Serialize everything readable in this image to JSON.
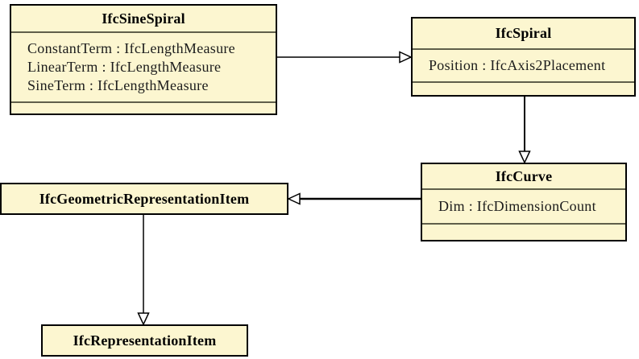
{
  "diagram": {
    "type": "uml-class-diagram",
    "classes": [
      {
        "name": "IfcSineSpiral",
        "attributes": [
          "ConstantTerm : IfcLengthMeasure",
          "LinearTerm : IfcLengthMeasure",
          "SineTerm : IfcLengthMeasure"
        ]
      },
      {
        "name": "IfcSpiral",
        "attributes": [
          "Position : IfcAxis2Placement"
        ]
      },
      {
        "name": "IfcCurve",
        "attributes": [
          "Dim : IfcDimensionCount"
        ]
      },
      {
        "name": "IfcGeometricRepresentationItem",
        "attributes": []
      },
      {
        "name": "IfcRepresentationItem",
        "attributes": []
      }
    ],
    "relations": [
      {
        "from": "IfcSineSpiral",
        "to": "IfcSpiral",
        "type": "inheritance"
      },
      {
        "from": "IfcSpiral",
        "to": "IfcCurve",
        "type": "inheritance"
      },
      {
        "from": "IfcCurve",
        "to": "IfcGeometricRepresentationItem",
        "type": "inheritance"
      },
      {
        "from": "IfcGeometricRepresentationItem",
        "to": "IfcRepresentationItem",
        "type": "inheritance"
      }
    ],
    "colors": {
      "box_fill": "#fcf6d0",
      "box_border": "#000000",
      "separator": "#5f5f4a",
      "text": "#1c1c1c",
      "background": "#ffffff"
    }
  }
}
